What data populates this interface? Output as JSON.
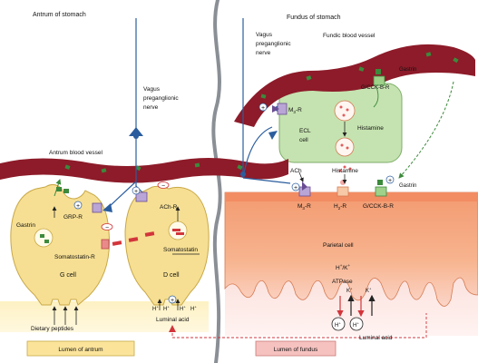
{
  "labels": {
    "antrum_title": "Antrum of stomach",
    "fundus_title": "Fundus of stomach",
    "vagus_left_1": "Vagus",
    "vagus_left_2": "preganglionic",
    "vagus_left_3": "nerve",
    "vagus_right_1": "Vagus",
    "vagus_right_2": "preganglionic",
    "vagus_right_3": "nerve",
    "fundic_vessel": "Fundic blood  vessel",
    "gastrin_top": "Gastrin",
    "gcckb_top": "G/CCK-B-R",
    "m3r_top": "M",
    "m3r_top_sub": "3",
    "m3r_top_tail": "-R",
    "ecl_1": "ECL",
    "ecl_2": "cell",
    "histamine_in": "Histamine",
    "antrum_vessel": "Antrum blood vessel",
    "ach_right": "ACh",
    "histamine_out": "Histamine",
    "gastrin_right": "Gastrin",
    "grp_r": "GRP-R",
    "gastrin_left": "Gastrin",
    "somatostatin_r": "Somatostatin-R",
    "g_cell": "G cell",
    "ach_r": "ACh-R",
    "somatostatin": "Somatostatin",
    "d_cell": "D cell",
    "m3r_b": "M",
    "m3r_b_sub": "3",
    "m3r_b_tail": "-R",
    "h2r_b": "H",
    "h2r_b_sub": "2",
    "h2r_b_tail": "-R",
    "gcckb_bottom": "G/CCK-B-R",
    "parietal_cell": "Parietal cell",
    "hk_1": "H",
    "hk_2": "/K",
    "atpase": "ATPase",
    "k_1": "K",
    "k_2": "K",
    "h_1": "H",
    "h_2": "H",
    "h_a": "H",
    "h_b": "H",
    "h_c": "H",
    "h_d": "H",
    "dietary": "Dietary peptides",
    "luminal_acid_left": "Luminal acid",
    "luminal_acid_right": "Luminal acid",
    "lumen_antrum": "Lumen of antrum",
    "lumen_fundus": "Lumen of fundus",
    "plus": "+",
    "minus": "−"
  },
  "colors": {
    "vessel": "#8e1b2a",
    "cell_yellow": "#f7e39a",
    "ecl_green": "#c7e3b3",
    "parietal": "#f6a57f",
    "lumen_box_antrum": "#fbe7a6",
    "lumen_box_fundus": "#f6c2c0",
    "nerve": "#2b5d9e",
    "arrow_red": "#d2353b",
    "arrow_green": "#3c8a3c"
  }
}
